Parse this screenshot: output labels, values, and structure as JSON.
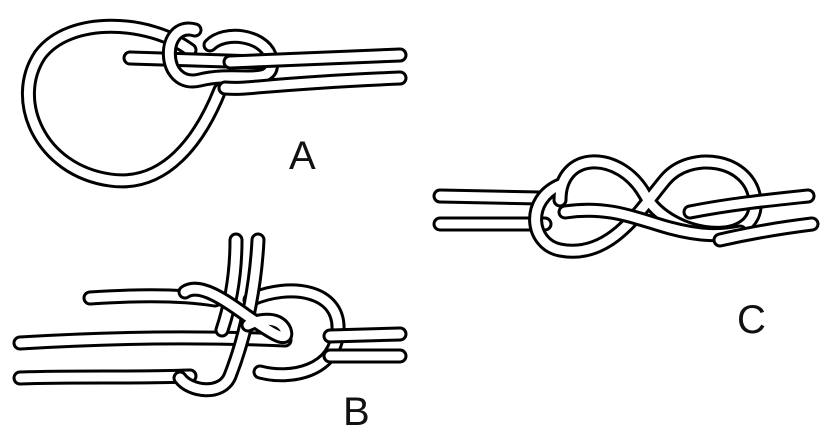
{
  "labels": {
    "a": "A",
    "b": "B",
    "c": "C"
  },
  "colors": {
    "stroke": "#000000",
    "rope_fill": "#ffffff",
    "background": "#ffffff"
  }
}
